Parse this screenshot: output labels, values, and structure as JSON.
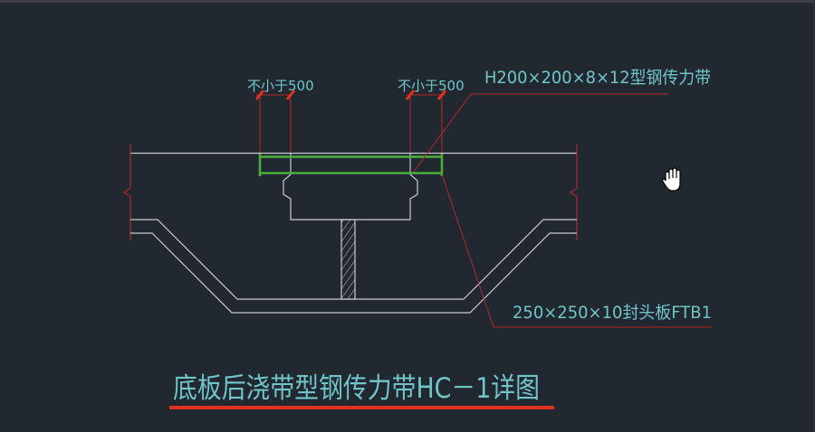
{
  "drawing": {
    "dimension_labels": [
      "不小于500",
      "不小于500"
    ],
    "callout_steel_band": "H200×200×8×12型钢传力带",
    "callout_end_plate": "250×250×10封头板FTB1",
    "title": "底板后浇带型钢传力带HC－1详图"
  },
  "colors": {
    "background": "#212830",
    "line": "#c8ccd0",
    "steel": "#4caf3a",
    "leader": "#b3282a",
    "text": "#6fc5c9",
    "title_underline": "#e0331f"
  },
  "cursor": {
    "icon": "hand-pan-icon"
  }
}
